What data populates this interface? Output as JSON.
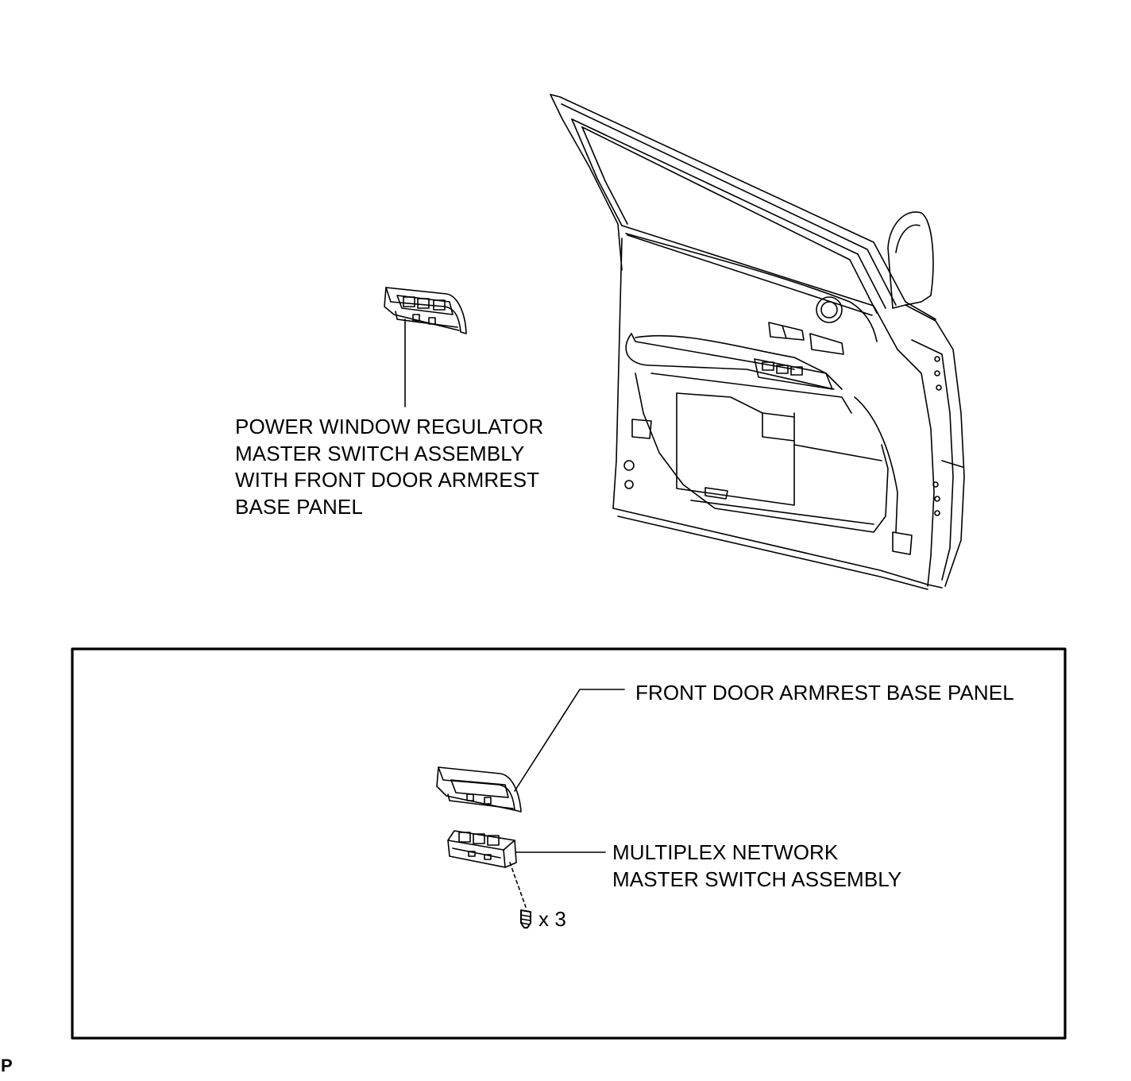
{
  "labels": {
    "power_window_line1": "POWER WINDOW REGULATOR",
    "power_window_line2": "MASTER SWITCH ASSEMBLY",
    "power_window_line3": "WITH FRONT DOOR ARMREST",
    "power_window_line4": "BASE PANEL",
    "armrest_panel": "FRONT DOOR ARMREST BASE PANEL",
    "multiplex_line1": "MULTIPLEX NETWORK",
    "multiplex_line2": "MASTER SWITCH ASSEMBLY",
    "screw_quantity": "x 3",
    "corner_mark": "P"
  },
  "colors": {
    "line": "#000000",
    "background": "#ffffff"
  }
}
